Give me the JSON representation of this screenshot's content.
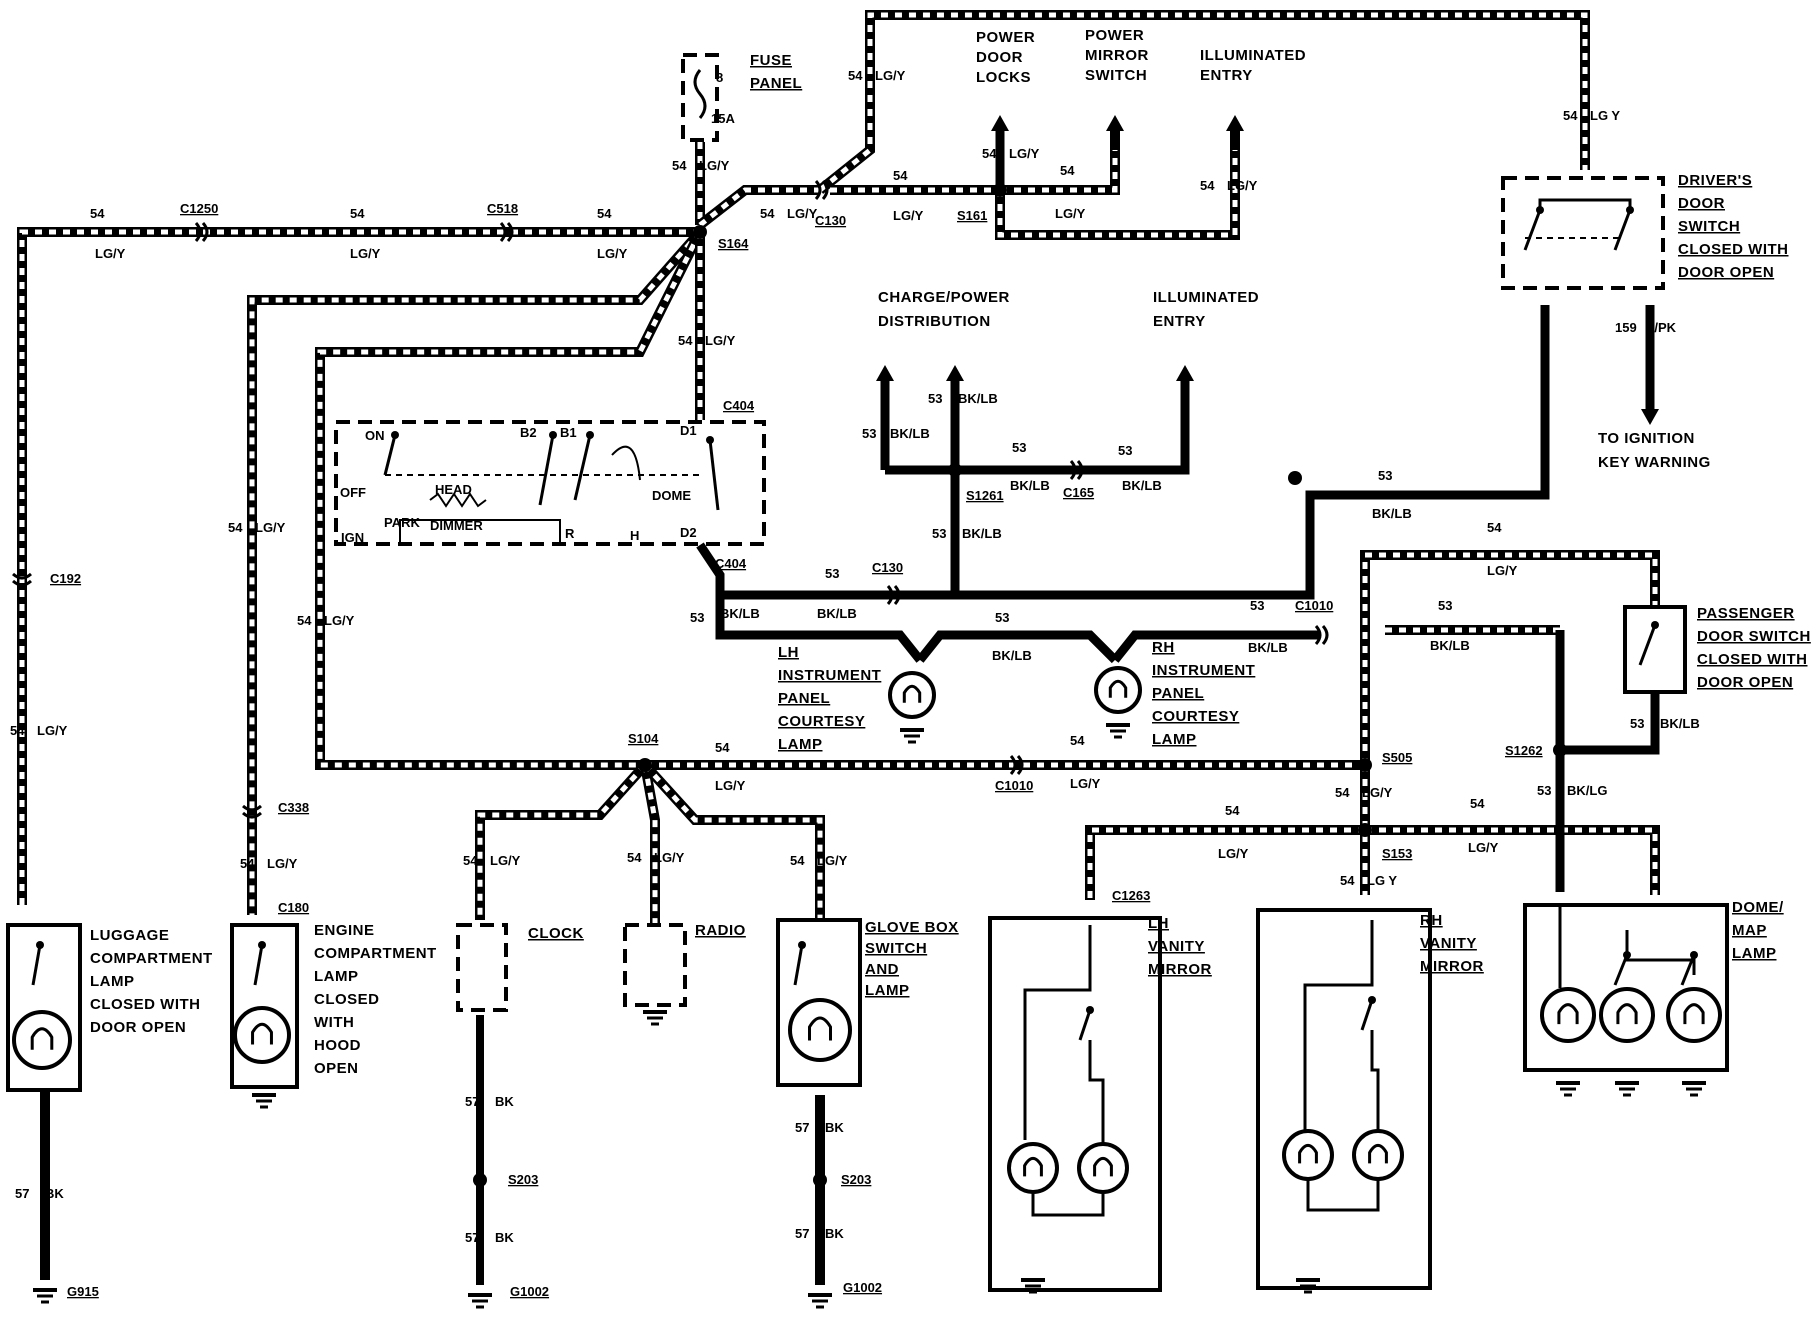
{
  "colors": {
    "wire_dark": "#000000",
    "wire_light": "#ffffff",
    "background": "#ffffff"
  },
  "fuse": {
    "title_line1": "FUSE",
    "title_line2": "PANEL",
    "slot": "8",
    "rating": "15A"
  },
  "wire_codes": {
    "c54": "54",
    "c53": "53",
    "c57": "57",
    "c159": "159"
  },
  "wire_colors": {
    "lgy": "LG/Y",
    "lgy_alt": "LG Y",
    "bklb": "BK/LB",
    "bklg": "BK/LG",
    "bk": "BK",
    "rpk": "R/PK"
  },
  "connectors": {
    "c1250": "C1250",
    "c518": "C518",
    "c130": "C130",
    "c192": "C192",
    "c404": "C404",
    "c165": "C165",
    "c1010": "C1010",
    "c338": "C338",
    "c180": "C180",
    "c1263": "C1263"
  },
  "splices": {
    "s164": "S164",
    "s161": "S161",
    "s1261": "S1261",
    "s104": "S104",
    "s505": "S505",
    "s1262": "S1262",
    "s153": "S153",
    "s203": "S203"
  },
  "grounds": {
    "g915": "G915",
    "g1002": "G1002"
  },
  "destinations": {
    "power_door_locks": [
      "POWER",
      "DOOR",
      "LOCKS"
    ],
    "power_mirror_switch": [
      "POWER",
      "MIRROR",
      "SWITCH"
    ],
    "illuminated_entry": [
      "ILLUMINATED",
      "ENTRY"
    ],
    "charge_power": [
      "CHARGE/POWER",
      "DISTRIBUTION"
    ],
    "ignition_warning": [
      "TO IGNITION",
      "KEY WARNING"
    ]
  },
  "headlamp_switch": {
    "on": "ON",
    "off": "OFF",
    "ign": "IGN",
    "park": "PARK",
    "head": "HEAD",
    "dimmer": "DIMMER",
    "b2": "B2",
    "b1": "B1",
    "d1": "D1",
    "d2": "D2",
    "dome": "DOME",
    "r": "R",
    "h": "H"
  },
  "components": {
    "drivers_door": [
      "DRIVER'S",
      "DOOR",
      "SWITCH",
      "CLOSED WITH",
      "DOOR OPEN"
    ],
    "passenger_door": [
      "PASSENGER",
      "DOOR SWITCH",
      "CLOSED WITH",
      "DOOR OPEN"
    ],
    "lh_courtesy": [
      "LH",
      "INSTRUMENT",
      "PANEL",
      "COURTESY",
      "LAMP"
    ],
    "rh_courtesy": [
      "RH",
      "INSTRUMENT",
      "PANEL",
      "COURTESY",
      "LAMP"
    ],
    "luggage": [
      "LUGGAGE",
      "COMPARTMENT",
      "LAMP",
      "CLOSED WITH",
      "DOOR OPEN"
    ],
    "engine": [
      "ENGINE",
      "COMPARTMENT",
      "LAMP",
      "CLOSED",
      "WITH",
      "HOOD",
      "OPEN"
    ],
    "clock": "CLOCK",
    "radio": "RADIO",
    "glove_box": [
      "GLOVE BOX",
      "SWITCH",
      "AND",
      "LAMP"
    ],
    "lh_vanity": [
      "LH",
      "VANITY",
      "MIRROR"
    ],
    "rh_vanity": [
      "RH",
      "VANITY",
      "MIRROR"
    ],
    "dome_map": [
      "DOME/",
      "MAP",
      "LAMP"
    ]
  }
}
